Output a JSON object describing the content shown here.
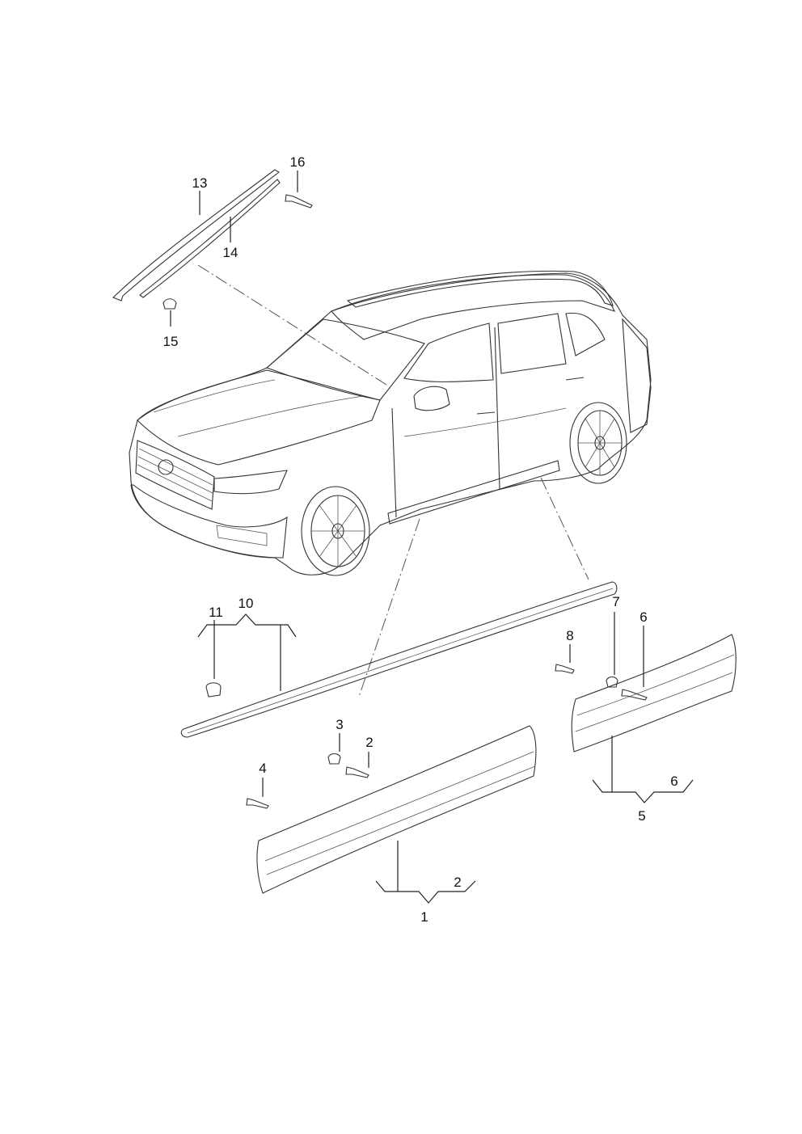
{
  "colors": {
    "body": "#b9c3c9",
    "body_dark": "#8f9aa1",
    "glass": "#aebcc3",
    "trim": "#9aa6ad",
    "trim_light": "#c4ccd1",
    "line": "#333333"
  },
  "callouts": [
    {
      "id": "1",
      "text": "1"
    },
    {
      "id": "2a",
      "text": "2"
    },
    {
      "id": "2b",
      "text": "2"
    },
    {
      "id": "3",
      "text": "3"
    },
    {
      "id": "4",
      "text": "4"
    },
    {
      "id": "5",
      "text": "5"
    },
    {
      "id": "6a",
      "text": "6"
    },
    {
      "id": "6b",
      "text": "6"
    },
    {
      "id": "7",
      "text": "7"
    },
    {
      "id": "8",
      "text": "8"
    },
    {
      "id": "10",
      "text": "10"
    },
    {
      "id": "11",
      "text": "11"
    },
    {
      "id": "13",
      "text": "13"
    },
    {
      "id": "14",
      "text": "14"
    },
    {
      "id": "15",
      "text": "15"
    },
    {
      "id": "16",
      "text": "16"
    }
  ]
}
